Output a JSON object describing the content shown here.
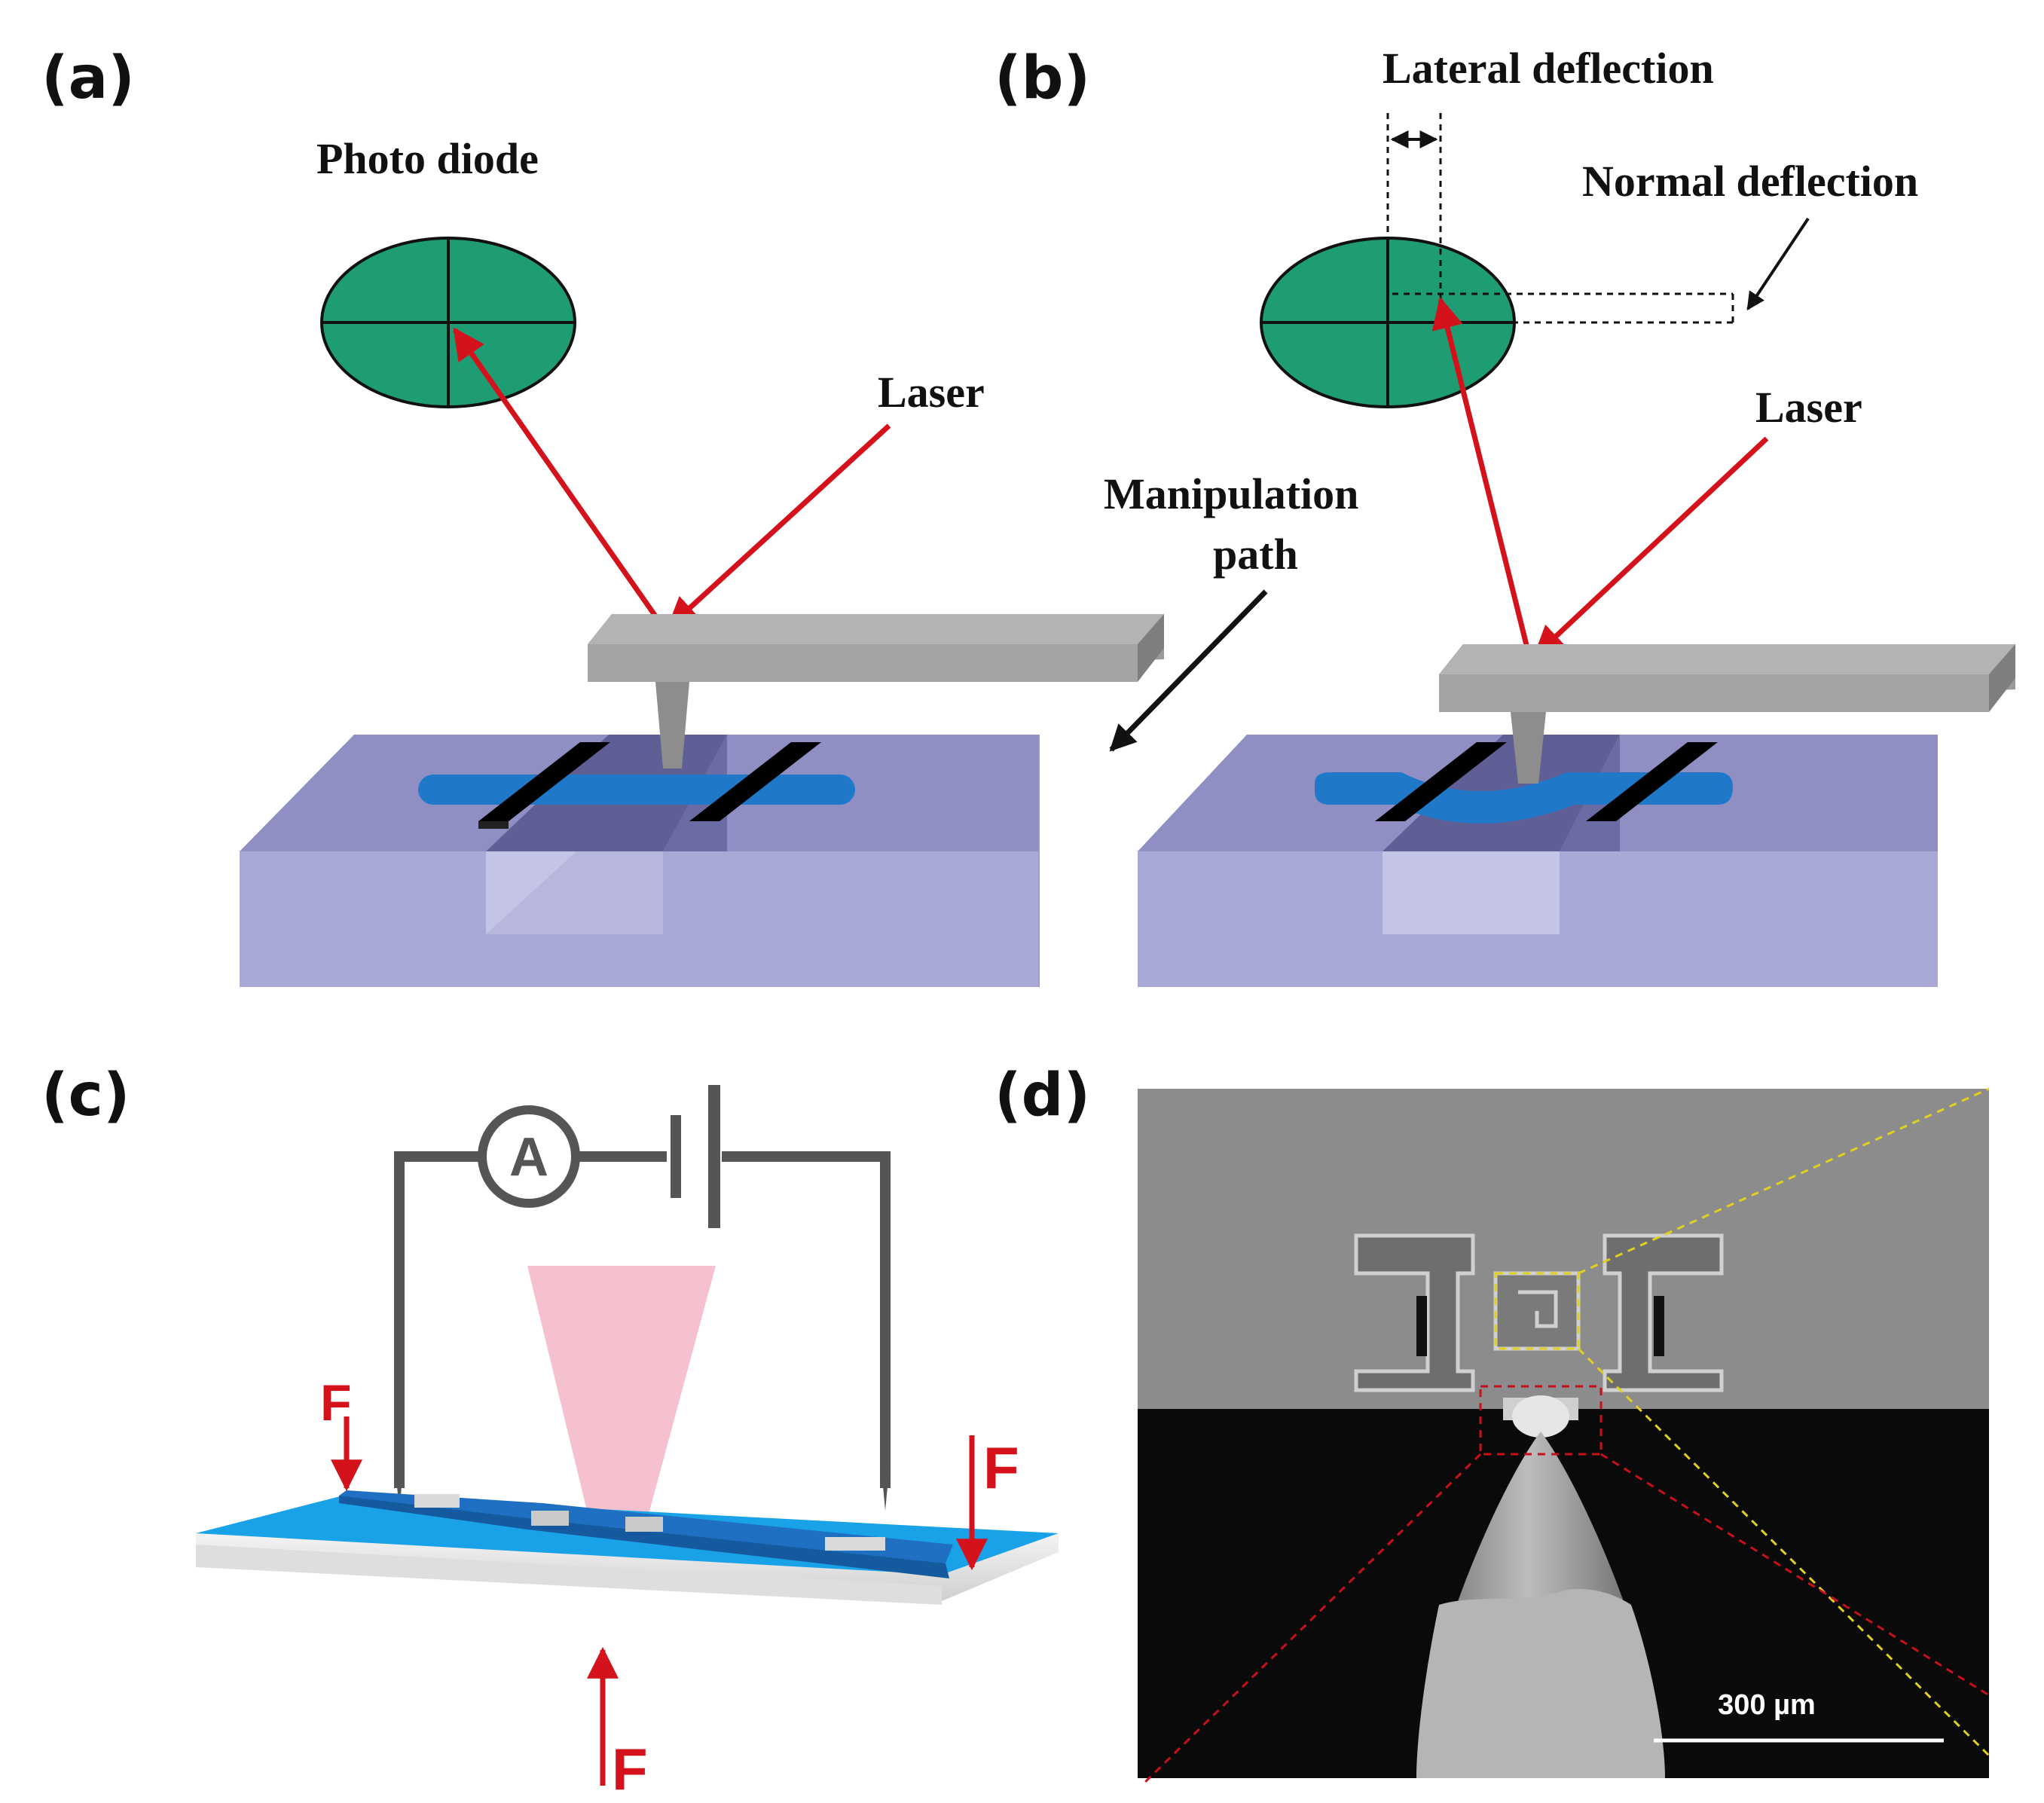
{
  "panel_labels": [
    "(a)",
    "(b)",
    "(c)",
    "(d)"
  ],
  "panel_a": {
    "photodiode_label": "Photo diode",
    "laser_label": "Laser",
    "manipulation_label_line1": "Manipulation",
    "manipulation_label_line2": "path"
  },
  "panel_b": {
    "lateral_label": "Lateral deflection",
    "normal_label": "Normal deflection",
    "laser_label": "Laser"
  },
  "panel_c": {
    "ammeter_label": "A",
    "force_label": "F"
  },
  "panel_d": {
    "scalebar_label": "300 µm"
  },
  "colors": {
    "photodiode_fill": "#1e9c74",
    "laser_red": "#d3121b",
    "cantilever_grey": "#a3a3a3",
    "substrate_purple": "#a9a9d8",
    "sample_blue": "#1f78c8",
    "electrode_black": "#000000",
    "light_cone_pink": "#f3b6c6",
    "chip_blue": "#1aa2e8",
    "sem_light": "#8c8c8c",
    "sem_dark": "#0a0a0a",
    "yellow_dash": "#e0d020",
    "red_dash": "#c8101a"
  }
}
